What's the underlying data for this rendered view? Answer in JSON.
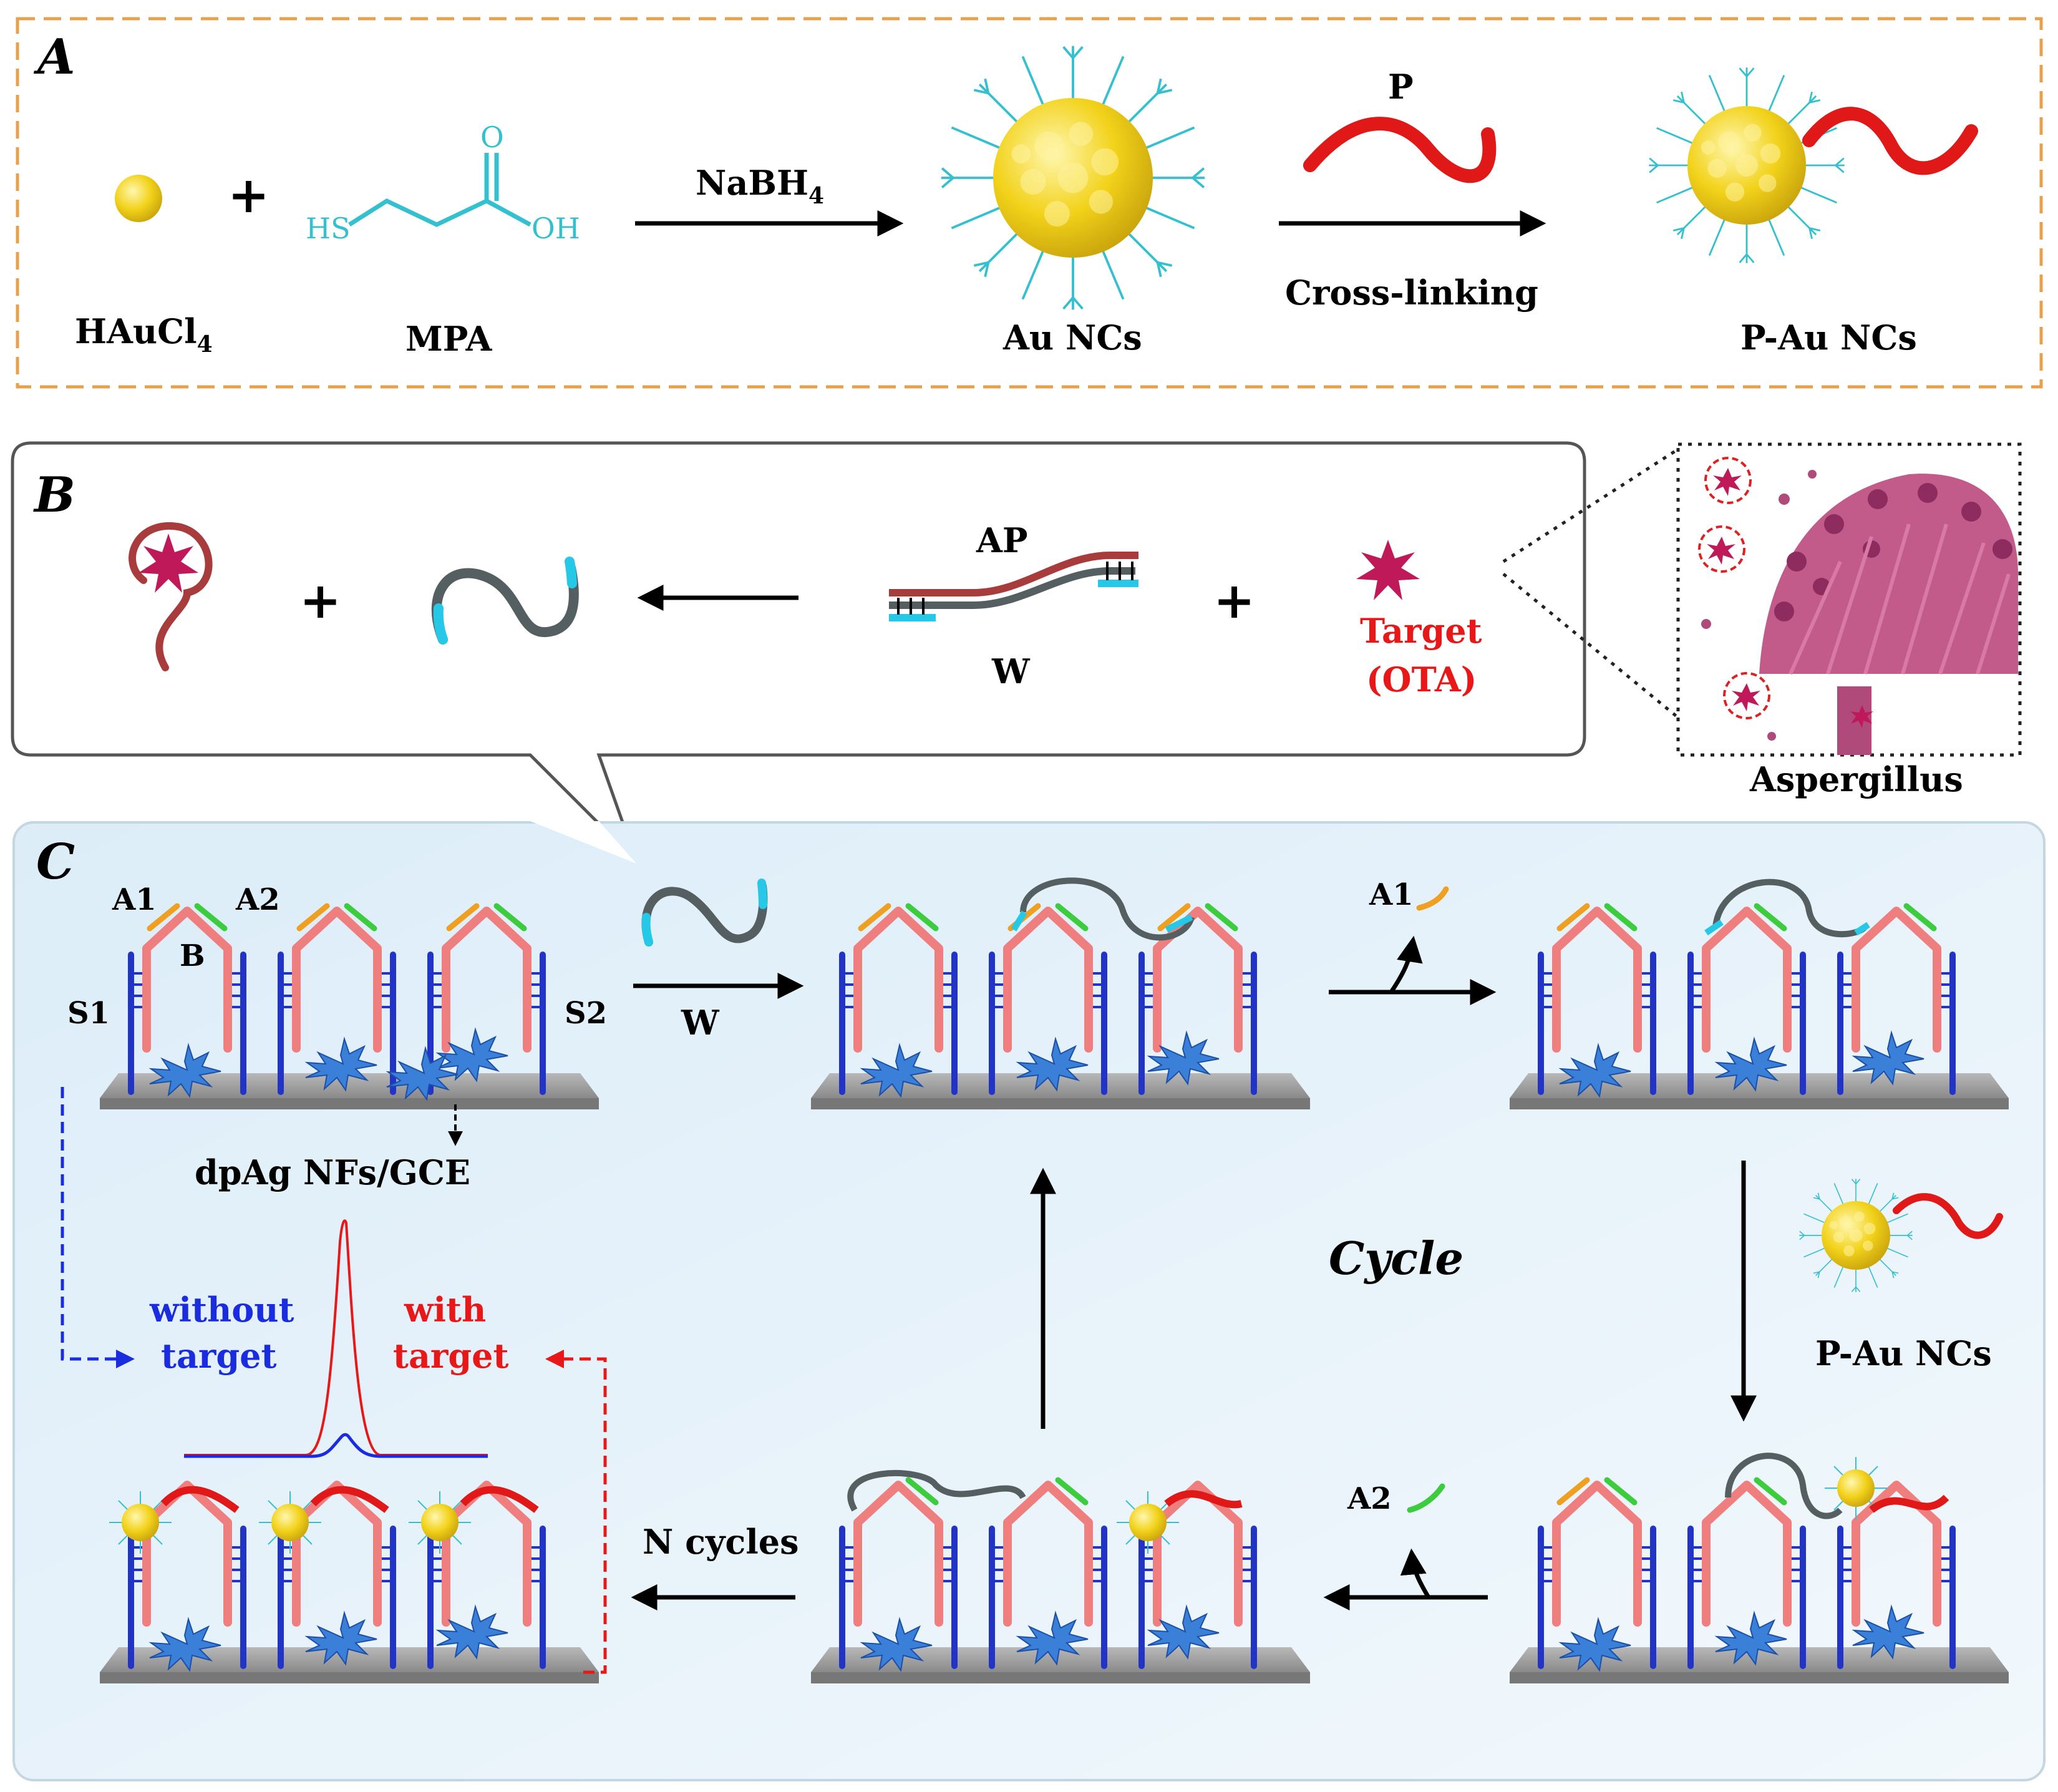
{
  "panel_a": {
    "letter": "A",
    "reactant_gold": "HAuCl",
    "reactant_gold_sub": "4",
    "reactant_ligand": "MPA",
    "mpa_hs": "HS",
    "mpa_o": "O",
    "mpa_oh": "OH",
    "plus": "+",
    "reagent": "NaBH",
    "reagent_sub": "4",
    "product": "Au NCs",
    "probe": "P",
    "step2": "Cross-linking",
    "final_product": "P-Au NCs"
  },
  "panel_b": {
    "letter": "B",
    "plus1": "+",
    "plus2": "+",
    "duplex_top": "AP",
    "duplex_bottom": "W",
    "target_line1": "Target",
    "target_line2": "(OTA)",
    "organism": "Aspergillus"
  },
  "panel_c": {
    "letter": "C",
    "label_a1": "A1",
    "label_a2": "A2",
    "label_b": "B",
    "label_s1": "S1",
    "label_s2": "S2",
    "label_w": "W",
    "electrode": "dpAg NFs/GCE",
    "released_a1": "A1",
    "released_a2": "A2",
    "probe_label": "P-Au NCs",
    "cycle": "Cycle",
    "n_cycles": "N cycles",
    "without_line1": "without",
    "without_line2": "target",
    "with_line1": "with",
    "with_line2": "target"
  },
  "colors": {
    "panel_a_border": "#e8a04a",
    "panel_c_bg": "#e6f3fb",
    "gold": "#f2d21a",
    "ligand": "#35c0d0",
    "probe_red": "#e01818",
    "scaffold_pink": "#ef7f7f",
    "anchor_blue": "#2233c8",
    "nanoflower_blue": "#3a7fd8",
    "a1_orange": "#f0a020",
    "a2_green": "#3dcc3d",
    "walker_gray": "#555e60",
    "walker_tip": "#25c8e6",
    "aptamer_maroon": "#a83c3c",
    "target_magenta": "#c0195a",
    "without_blue": "#1a2ce0",
    "with_red": "#e81818"
  }
}
